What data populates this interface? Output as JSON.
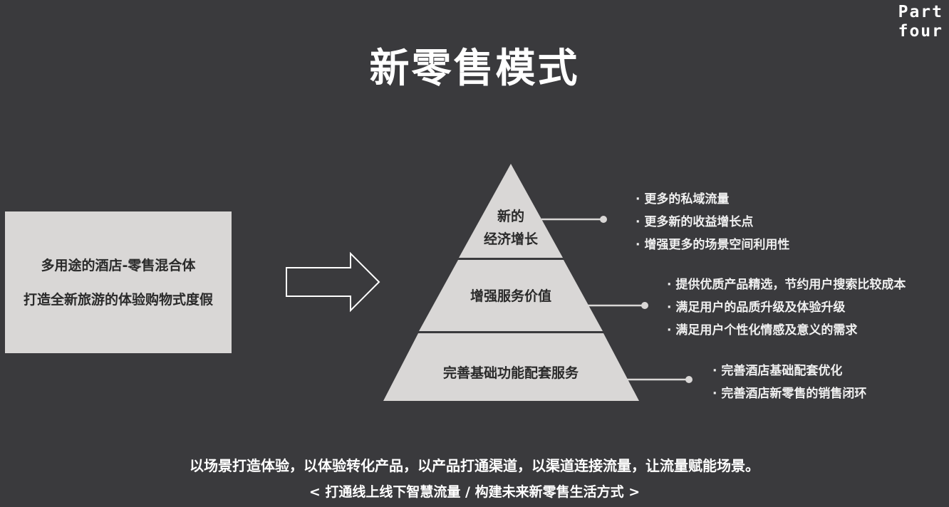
{
  "corner_label": {
    "line1": "Part",
    "line2": "four"
  },
  "title": "新零售模式",
  "left_box": {
    "line1": "多用途的酒店-零售混合体",
    "line2": "打造全新旅游的体验购物式度假"
  },
  "pyramid": {
    "top": {
      "line1": "新的",
      "line2": "经济增长"
    },
    "middle": "增强服务价值",
    "bottom": "完善基础功能配套服务"
  },
  "bullets": {
    "top": [
      "· 更多的私域流量",
      "· 更多新的收益增长点",
      "· 增强更多的场景空间利用性"
    ],
    "middle": [
      "· 提供优质产品精选，节约用户搜索比较成本",
      "· 满足用户的品质升级及体验升级",
      "· 满足用户个性化情感及意义的需求"
    ],
    "bottom": [
      "· 完善酒店基础配套优化",
      "· 完善酒店新零售的销售闭环"
    ]
  },
  "footer": {
    "line1": "以场景打造体验，以体验转化产品，以产品打通渠道，以渠道连接流量，让流量赋能场景。",
    "line2": "< 打通线上线下智慧流量 / 构建未来新零售生活方式 >"
  },
  "colors": {
    "background": "#3a3a3d",
    "pyramid_fill": "#d9d7d6",
    "text_light": "#ffffff"
  }
}
